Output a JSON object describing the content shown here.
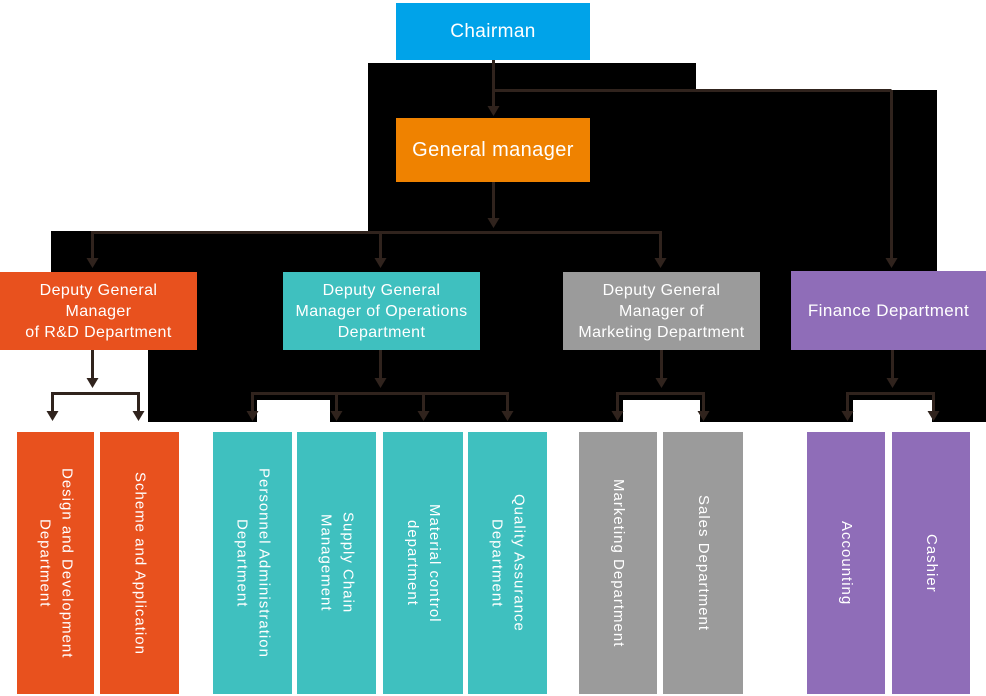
{
  "colors": {
    "chairman_blue": "#00a3e9",
    "manager_orange": "#ef8200",
    "rnd_orange_red": "#e8511e",
    "operations_teal": "#3fc0bf",
    "marketing_gray": "#9b9b9b",
    "finance_purple": "#8f6db8",
    "connector_line_brown": "#30231d",
    "connector_black": "#000000",
    "text_white": "#ffffff"
  },
  "org": {
    "chairman": {
      "label": "Chairman"
    },
    "general_manager": {
      "label": "General manager"
    },
    "level2": [
      {
        "label": "Deputy General\nManager\nof R&D Department"
      },
      {
        "label": "Deputy General\nManager of Operations\nDepartment"
      },
      {
        "label": "Deputy General\nManager of\nMarketing Department"
      },
      {
        "label": "Finance Department"
      }
    ],
    "level3": [
      {
        "label": "Design and Development\nDepartment"
      },
      {
        "label": "Scheme and Application"
      },
      {
        "label": "Personnel Administration\nDepartment"
      },
      {
        "label": "Supply Chain\nManagement"
      },
      {
        "label": "Material control\ndepartment"
      },
      {
        "label": "Quality Assurance\nDepartment"
      },
      {
        "label": "Marketing Department"
      },
      {
        "label": "Sales Department"
      },
      {
        "label": "Accounting"
      },
      {
        "label": "Cashier"
      }
    ]
  }
}
